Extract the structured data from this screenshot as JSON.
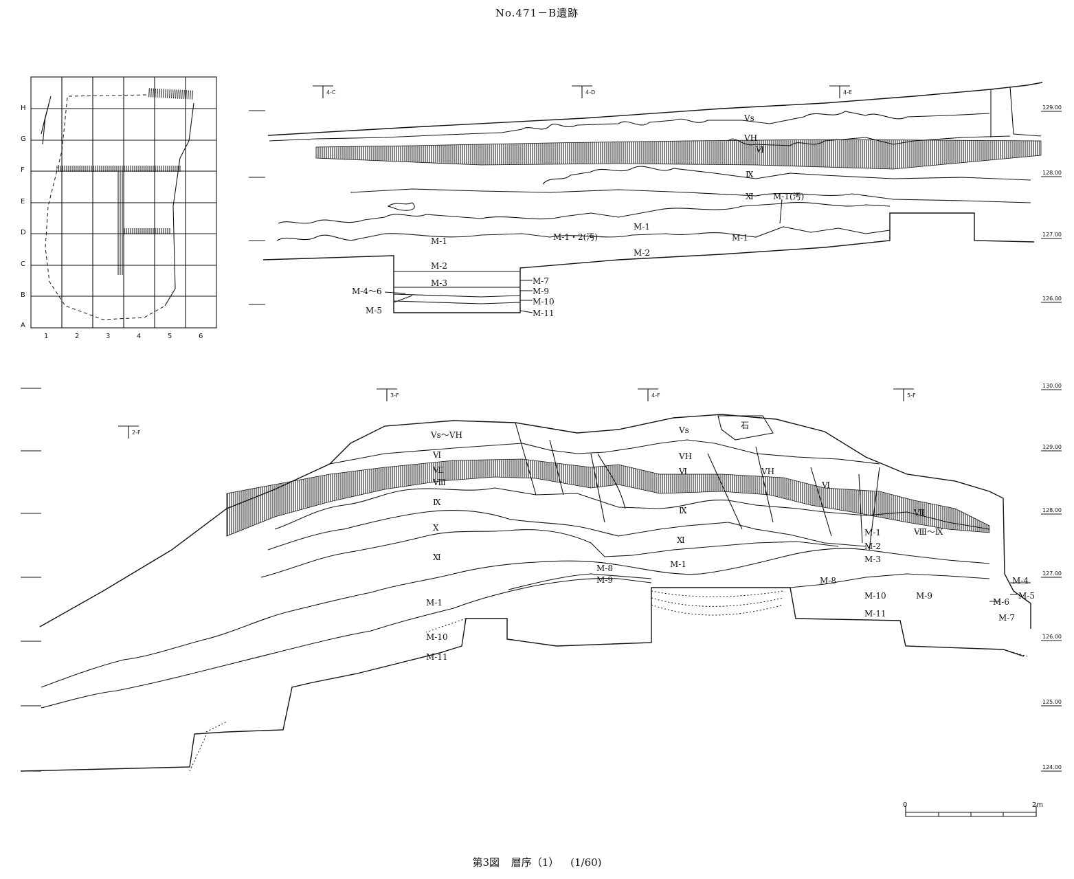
{
  "header": {
    "title": "No.471－B遺跡"
  },
  "caption": {
    "figure": "第3図",
    "title": "層序（1）",
    "scale": "(1/60)"
  },
  "key_map": {
    "rows": [
      "H",
      "G",
      "F",
      "E",
      "D",
      "C",
      "B",
      "A"
    ],
    "cols": [
      "1",
      "2",
      "3",
      "4",
      "5",
      "6"
    ]
  },
  "upper_section": {
    "markers": [
      "4-C",
      "4-D",
      "4-E"
    ],
    "elevations": [
      "129.00",
      "128.00",
      "127.00",
      "126.00"
    ],
    "layers": {
      "vs": "Vs",
      "vh": "VH",
      "vi": "Ⅵ",
      "ix": "Ⅸ",
      "xi": "Ⅺ",
      "m1_stain": "M-1(汚)",
      "m1a": "M-1",
      "m12": "M-1・2(汚)",
      "m1b": "M-1",
      "m1c": "M-1",
      "m2a": "M-2",
      "m2b": "M-2",
      "m3": "M-3",
      "m46": "M-4～6",
      "m5": "M-5",
      "m7": "M-7",
      "m9": "M-9",
      "m10": "M-10",
      "m11": "M-11"
    }
  },
  "lower_section": {
    "markers": [
      "2-F",
      "3-F",
      "4-F",
      "5-F"
    ],
    "elevations": [
      "130.00",
      "129.00",
      "128.00",
      "127.00",
      "126.00",
      "125.00",
      "124.00"
    ],
    "layers": {
      "vs_vh": "Vs～VH",
      "vs": "Vs",
      "stone": "石",
      "vh_a": "VH",
      "vh_b": "VH",
      "vi_a": "Ⅵ",
      "vi_b": "Ⅵ",
      "vi_c": "Ⅵ",
      "vii": "Ⅶ",
      "viii": "Ⅷ",
      "ix_a": "Ⅸ",
      "ix_b": "Ⅸ",
      "x": "Ⅹ",
      "xi_a": "Ⅺ",
      "xi_b": "Ⅺ",
      "vii_r": "Ⅶ",
      "viii_ix": "Ⅷ～Ⅸ",
      "m1a": "M-1",
      "m1b": "M-1",
      "m1c": "M-1",
      "m2": "M-2",
      "m3": "M-3",
      "m4": "M-4",
      "m5": "M-5",
      "m6": "M-6",
      "m7": "M-7",
      "m8a": "M-8",
      "m8b": "M-8",
      "m9a": "M-9",
      "m9b": "M-9",
      "m10a": "M-10",
      "m10b": "M-10",
      "m11a": "M-11",
      "m11b": "M-11"
    }
  },
  "scale_bar": {
    "start": "0",
    "end": "2m"
  }
}
